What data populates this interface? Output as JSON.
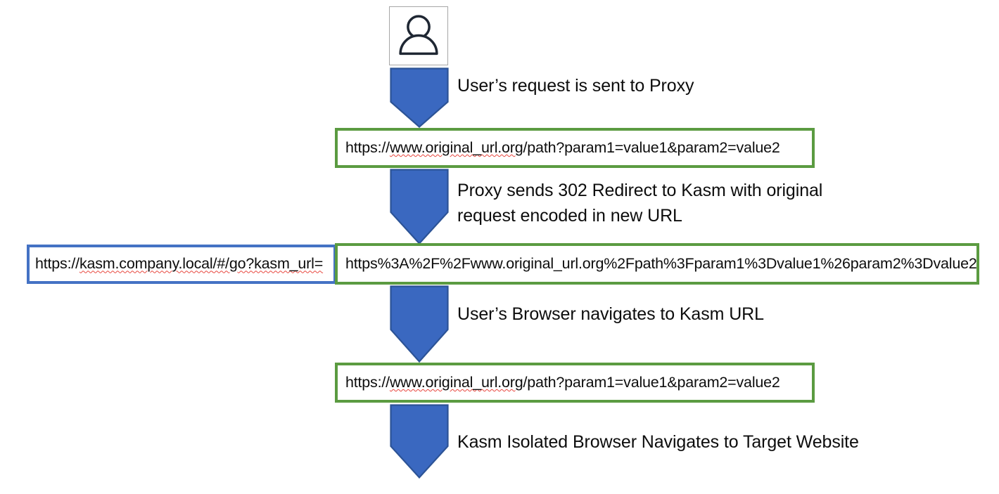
{
  "diagram": {
    "actor": {
      "icon": "user-avatar-icon"
    },
    "steps": [
      {
        "caption": "User’s request is sent to Proxy"
      },
      {
        "caption": "Proxy sends 302 Redirect to Kasm with original\nrequest encoded in new URL"
      },
      {
        "caption": "User’s Browser navigates to Kasm URL"
      },
      {
        "caption": "Kasm Isolated Browser Navigates to Target Website"
      }
    ],
    "boxes": {
      "original_request_1": {
        "url_prefix": "https://",
        "url_host": "www.original_url.org",
        "url_suffix": "/path?param1=value1&param2=value2",
        "full_text": "https://www.original_url.org/path?param1=value1&param2=value2"
      },
      "kasm_prefix": {
        "url_prefix": "https://",
        "url_host": "kasm.company.local",
        "url_suffix": "/#/go?kasm_url=",
        "full_text": "https://kasm.company.local/#/go?kasm_url="
      },
      "encoded_url": {
        "full_text": "https%3A%2F%2Fwww.original_url.org%2Fpath%3Fparam1%3Dvalue1%26param2%3Dvalue2"
      },
      "original_request_2": {
        "url_prefix": "https://",
        "url_host": "www.original_url.org",
        "url_suffix": "/path?param1=value1&param2=value2",
        "full_text": "https://www.original_url.org/path?param1=value1&param2=value2"
      }
    },
    "colors": {
      "arrow_fill": "#3a68c0",
      "arrow_border": "#2c5396",
      "green_border": "#5b9b41",
      "blue_border": "#4472c4",
      "spellcheck_underline": "#e8453c",
      "text": "#0d0d0d"
    }
  }
}
